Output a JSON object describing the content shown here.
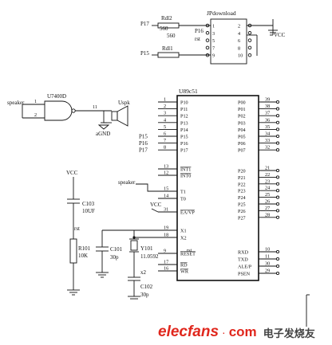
{
  "download_header": {
    "part": "JPdownload",
    "left_pins": [
      "1",
      "3",
      "5",
      "7",
      "9"
    ],
    "right_pins": [
      "2",
      "4",
      "6",
      "8",
      "10"
    ],
    "net_p17": "P17",
    "net_p16": "P16",
    "net_rst": "rst",
    "net_p15": "P15",
    "rdl2_ref": "Rdl2",
    "rdl2_val": "560",
    "rdl2_val2": "560",
    "rdl1_ref": "Rdl1",
    "vcc": "VCC"
  },
  "gate": {
    "ref": "U7400D",
    "net_in": "speaker",
    "pin_a": "1",
    "pin_b": "2",
    "pin_out": "11",
    "speaker_ref": "Uspk",
    "gnd": "aGND"
  },
  "mcu": {
    "ref": "U89c51",
    "left_pins": [
      {
        "num": "1",
        "name": "P10",
        "net": ""
      },
      {
        "num": "2",
        "name": "P11",
        "net": ""
      },
      {
        "num": "3",
        "name": "P12",
        "net": ""
      },
      {
        "num": "4",
        "name": "P13",
        "net": ""
      },
      {
        "num": "5",
        "name": "P14",
        "net": ""
      },
      {
        "num": "6",
        "name": "P15",
        "net": "P15"
      },
      {
        "num": "7",
        "name": "P16",
        "net": "P16"
      },
      {
        "num": "8",
        "name": "P17",
        "net": "P17"
      }
    ],
    "int_pins": [
      {
        "num": "13",
        "name": "INT1"
      },
      {
        "num": "12",
        "name": "INT0"
      }
    ],
    "timer_pins": [
      {
        "num": "15",
        "name": "T1",
        "net": "speaker"
      },
      {
        "num": "14",
        "name": "T0",
        "net": ""
      }
    ],
    "ea_pin": {
      "num": "31",
      "name": "EA/VP",
      "net": "VCC"
    },
    "xtal_pins": [
      {
        "num": "19",
        "name": "X1"
      },
      {
        "num": "18",
        "name": "X2"
      }
    ],
    "ctrl_pins": [
      {
        "num": "9",
        "name": "RESET",
        "net": "rst"
      },
      {
        "num": "17",
        "name": "RD",
        "net": ""
      },
      {
        "num": "16",
        "name": "WR",
        "net": ""
      }
    ],
    "right_p0": [
      {
        "num": "39",
        "name": "P00"
      },
      {
        "num": "38",
        "name": "P01"
      },
      {
        "num": "37",
        "name": "P02"
      },
      {
        "num": "36",
        "name": "P03"
      },
      {
        "num": "35",
        "name": "P04"
      },
      {
        "num": "34",
        "name": "P05"
      },
      {
        "num": "33",
        "name": "P06"
      },
      {
        "num": "32",
        "name": "P07"
      }
    ],
    "right_p2": [
      {
        "num": "21",
        "name": "P20"
      },
      {
        "num": "22",
        "name": "P21"
      },
      {
        "num": "23",
        "name": "P22"
      },
      {
        "num": "24",
        "name": "P23"
      },
      {
        "num": "25",
        "name": "P24"
      },
      {
        "num": "26",
        "name": "P25"
      },
      {
        "num": "27",
        "name": "P26"
      },
      {
        "num": "28",
        "name": "P27"
      }
    ],
    "right_misc": [
      {
        "num": "10",
        "name": "RXD"
      },
      {
        "num": "11",
        "name": "TXD"
      },
      {
        "num": "30",
        "name": "ALE/P"
      },
      {
        "num": "29",
        "name": "PSEN"
      }
    ]
  },
  "reset_circuit": {
    "vcc": "VCC",
    "cap_ref": "C103",
    "cap_val": "10UF",
    "net": "rst",
    "res_ref": "R101",
    "res_val": "10K"
  },
  "clock_circuit": {
    "c1_ref": "C101",
    "c1_val": "30p",
    "xtal_ref": "Y101",
    "xtal_val": "11.0592",
    "x2_label": "x2",
    "c2_ref": "C102",
    "c2_val": "30p"
  },
  "watermark": {
    "logo": "elecfans",
    "dot": "·",
    "suffix": "com",
    "cn": "电子发烧友"
  }
}
